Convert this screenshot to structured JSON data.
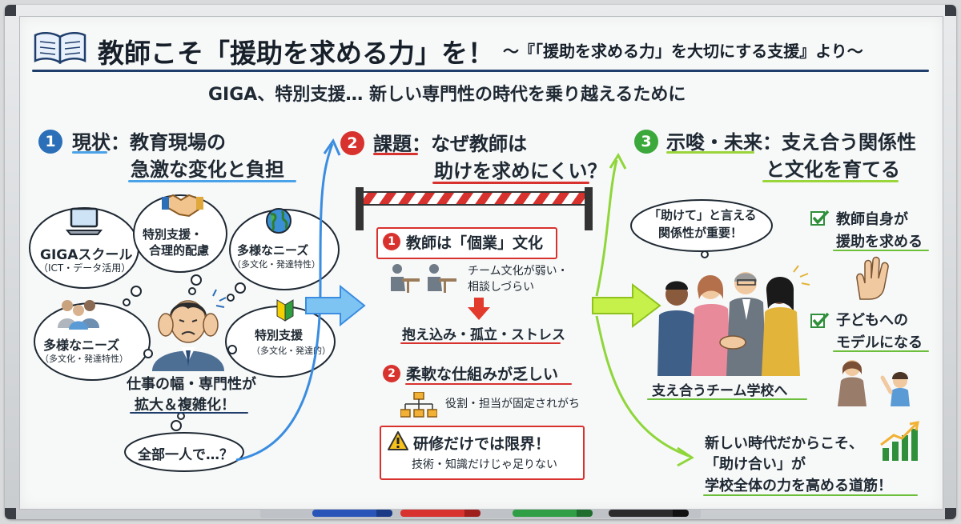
{
  "header": {
    "title": "教師こそ「援助を求める力」を！",
    "source": "〜『「援助を求める力」を大切にする支援』より〜",
    "subtitle": "GIGA、特別支援… 新しい専門性の時代を乗り越えるために"
  },
  "section1": {
    "num": "1",
    "heading_line1": "現状：教育現場の",
    "heading_line2": "急激な変化と負担",
    "bubble_giga_main": "GIGAスクール",
    "bubble_giga_sub": "（ICT・データ活用）",
    "bubble_special_main": "特別支援・",
    "bubble_special_sub": "合理的配慮",
    "bubble_diverse_main": "多様なニーズ",
    "bubble_diverse_sub": "（多文化・発達特性）",
    "bubble_diverse2_main": "多様なニーズ",
    "bubble_diverse2_sub": "（多文化・発達特性）",
    "bubble_special2_main": "特別支援",
    "bubble_special2_sub": "（多文化・発達的）",
    "caption_line1": "仕事の幅・専門性が",
    "caption_line2": "拡大＆複雑化！",
    "alone": "全部一人で…？"
  },
  "section2": {
    "num": "2",
    "heading_line1": "課題：なぜ教師は",
    "heading_line2": "助けを求めにくい？",
    "item1_num": "1",
    "item1_title": "教師は「個業」文化",
    "item1_desc_line1": "チーム文化が弱い・",
    "item1_desc_line2": "相談しづらい",
    "item1_result": "抱え込み・孤立・ストレス",
    "item2_num": "2",
    "item2_title": "柔軟な仕組みが乏しい",
    "item2_desc": "役割・担当が固定されがち",
    "item3_title": "研修だけでは限界！",
    "item3_desc": "技術・知識だけじゃ足りない"
  },
  "section3": {
    "num": "3",
    "heading_line1": "示唆・未来：支え合う関係性",
    "heading_line2": "と文化を育てる",
    "bubble_line1": "「助けて」と言える",
    "bubble_line2": "関係性が重要！",
    "check1_line1": "教師自身が",
    "check1_line2": "援助を求める",
    "check2_line1": "子どもへの",
    "check2_line2": "モデルになる",
    "team_caption": "支え合うチーム学校へ",
    "closing_line1": "新しい時代だからこそ、",
    "closing_line2": "「助け合い」が",
    "closing_line3": "学校全体の力を高める道筋！"
  },
  "icons": {
    "book": "open-book-icon",
    "laptop": "laptop-icon",
    "handshake": "handshake-icon",
    "globe": "globe-icon",
    "people": "people-icon",
    "beginner": "beginner-leaf-icon",
    "teacher": "stressed-teacher-icon",
    "barrier": "barrier-icon",
    "desk": "isolated-desk-icon",
    "down": "down-arrow-icon",
    "org": "org-chart-icon",
    "warning": "warning-icon",
    "team": "team-handshake-icon",
    "check": "check-icon",
    "hand": "raised-hand-icon",
    "child": "teacher-child-icon",
    "growth": "growth-chart-icon"
  },
  "colors": {
    "blue": "#2a6fb8",
    "red": "#d8322f",
    "green": "#3aa83a",
    "lime": "#a6e22e",
    "navy": "#1f3e6b"
  }
}
